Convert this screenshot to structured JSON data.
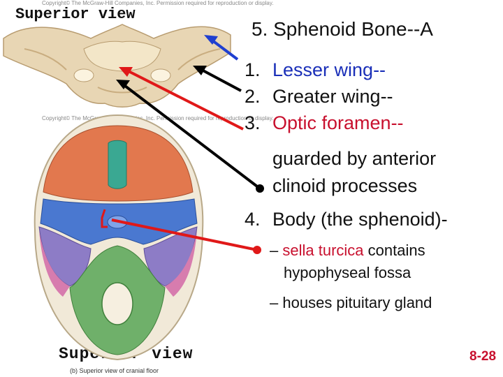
{
  "captions": {
    "top": "Superior view",
    "bottom": "Superior view",
    "figure": "(b) Superior view of cranial floor"
  },
  "copyright": {
    "line1": "Copyright© The McGraw-Hill Companies, Inc. Permission required for reproduction or display.",
    "line2": "Copyright© The McGraw-Hill Companies, Inc. Permission required for reproduction or display."
  },
  "title": "5. Sphenoid Bone--A",
  "items": [
    {
      "num": "1.",
      "line1": "Lesser wing--"
    },
    {
      "num": "2.",
      "line1": "Greater wing--"
    },
    {
      "num": "3.",
      "line1": "Optic foramen--",
      "line2": "guarded by anterior",
      "line3": "clinoid processes"
    },
    {
      "num": "4.",
      "line1": "Body (the sphenoid)-"
    }
  ],
  "subitems": [
    {
      "dash": "–",
      "highlight": "sella turcica",
      "rest": " contains",
      "line2": "hypophyseal fossa"
    },
    {
      "dash": "–",
      "text": "houses pituitary gland"
    }
  ],
  "page_number": "8-28",
  "colors": {
    "lesser_wing": "#1a2fb8",
    "greater_wing": "#111111",
    "optic_foramen": "#c8102e",
    "arrow_blue": "#1f3fd0",
    "arrow_red": "#e01818",
    "arrow_black": "#000000"
  }
}
